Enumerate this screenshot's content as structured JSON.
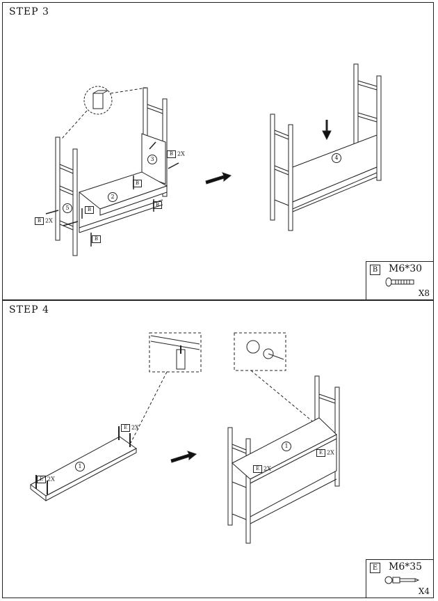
{
  "step3": {
    "title": "STEP 3",
    "hardware": {
      "letter": "B",
      "size": "M6*30",
      "qty": "X8"
    },
    "callouts": {
      "b": "B",
      "two_x": "2X"
    },
    "parts": {
      "p2": "2",
      "p3": "3",
      "p4": "4",
      "p5": "5"
    }
  },
  "step4": {
    "title": "STEP 4",
    "hardware": {
      "letter": "E",
      "size": "M6*35",
      "qty": "X4"
    },
    "callouts": {
      "e": "E",
      "two_x": "2X"
    },
    "parts": {
      "p1": "1"
    }
  }
}
